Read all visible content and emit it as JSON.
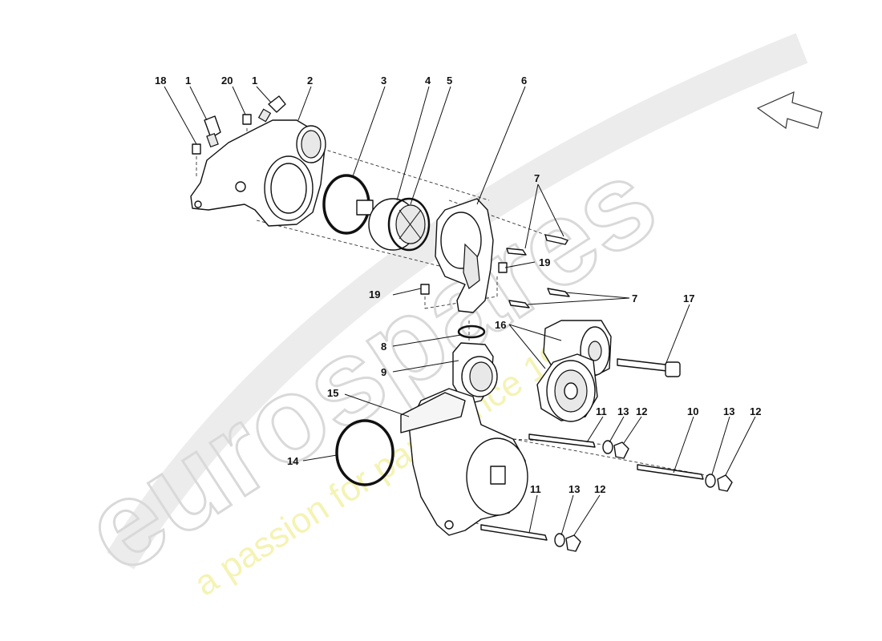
{
  "watermark": {
    "brand": "eurospares",
    "tagline": "a passion for parts since 1985"
  },
  "callouts": [
    {
      "id": "c18a",
      "text": "18"
    },
    {
      "id": "c1a",
      "text": "1"
    },
    {
      "id": "c20",
      "text": "20"
    },
    {
      "id": "c1b",
      "text": "1"
    },
    {
      "id": "c2",
      "text": "2"
    },
    {
      "id": "c3",
      "text": "3"
    },
    {
      "id": "c4",
      "text": "4"
    },
    {
      "id": "c5",
      "text": "5"
    },
    {
      "id": "c6",
      "text": "6"
    },
    {
      "id": "c7a",
      "text": "7"
    },
    {
      "id": "c19a",
      "text": "19"
    },
    {
      "id": "c19b",
      "text": "19"
    },
    {
      "id": "c7b",
      "text": "7"
    },
    {
      "id": "c17",
      "text": "17"
    },
    {
      "id": "c16",
      "text": "16"
    },
    {
      "id": "c8",
      "text": "8"
    },
    {
      "id": "c9",
      "text": "9"
    },
    {
      "id": "c15",
      "text": "15"
    },
    {
      "id": "c11a",
      "text": "11"
    },
    {
      "id": "c13a",
      "text": "13"
    },
    {
      "id": "c12a",
      "text": "12"
    },
    {
      "id": "c10",
      "text": "10"
    },
    {
      "id": "c13b",
      "text": "13"
    },
    {
      "id": "c12b",
      "text": "12"
    },
    {
      "id": "c14",
      "text": "14"
    },
    {
      "id": "c11b",
      "text": "11"
    },
    {
      "id": "c13c",
      "text": "13"
    },
    {
      "id": "c12c",
      "text": "12"
    }
  ],
  "icons": {
    "direction_arrow": "direction-arrow-icon"
  }
}
